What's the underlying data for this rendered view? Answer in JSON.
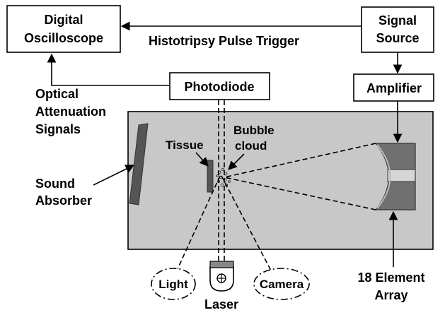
{
  "labels": {
    "oscilloscope_line1": "Digital",
    "oscilloscope_line2": "Oscilloscope",
    "signal_source_line1": "Signal",
    "signal_source_line2": "Source",
    "trigger": "Histotripsy Pulse Trigger",
    "photodiode": "Photodiode",
    "amplifier": "Amplifier",
    "optical_line1": "Optical",
    "optical_line2": "Attenuation",
    "optical_line3": "Signals",
    "tissue": "Tissue",
    "bubble_line1": "Bubble",
    "bubble_line2": "cloud",
    "absorber_line1": "Sound",
    "absorber_line2": "Absorber",
    "light": "Light",
    "camera": "Camera",
    "laser": "Laser",
    "array_line1": "18 Element",
    "array_line2": "Array"
  },
  "colors": {
    "tank_fill": "#c8c8c8",
    "absorber_fill": "#555555",
    "transducer_fill": "#707070",
    "laser_cap_fill": "#888888"
  }
}
